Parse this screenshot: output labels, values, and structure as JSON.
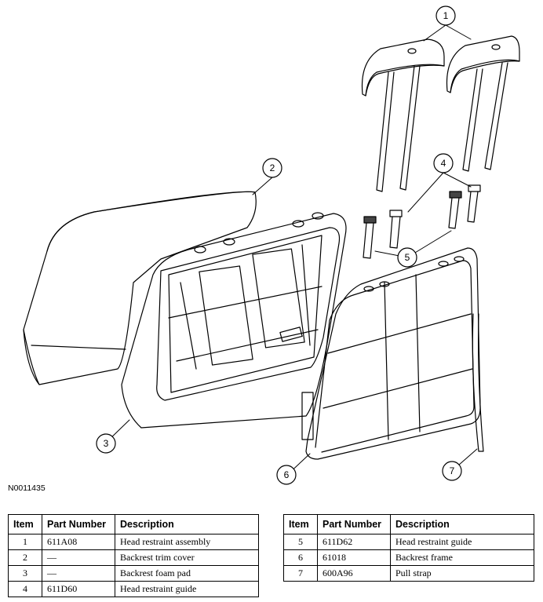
{
  "figure_id": "N0011435",
  "callouts": [
    "1",
    "2",
    "3",
    "4",
    "5",
    "6",
    "7"
  ],
  "table_headers": {
    "item": "Item",
    "part_number": "Part Number",
    "description": "Description"
  },
  "parts": [
    {
      "item": "1",
      "part_number": "611A08",
      "description": "Head restraint assembly"
    },
    {
      "item": "2",
      "part_number": "—",
      "description": "Backrest trim cover"
    },
    {
      "item": "3",
      "part_number": "—",
      "description": "Backrest foam pad"
    },
    {
      "item": "4",
      "part_number": "611D60",
      "description": "Head restraint guide"
    },
    {
      "item": "5",
      "part_number": "611D62",
      "description": "Head restraint guide"
    },
    {
      "item": "6",
      "part_number": "61018",
      "description": "Backrest frame"
    },
    {
      "item": "7",
      "part_number": "600A96",
      "description": "Pull strap"
    }
  ]
}
